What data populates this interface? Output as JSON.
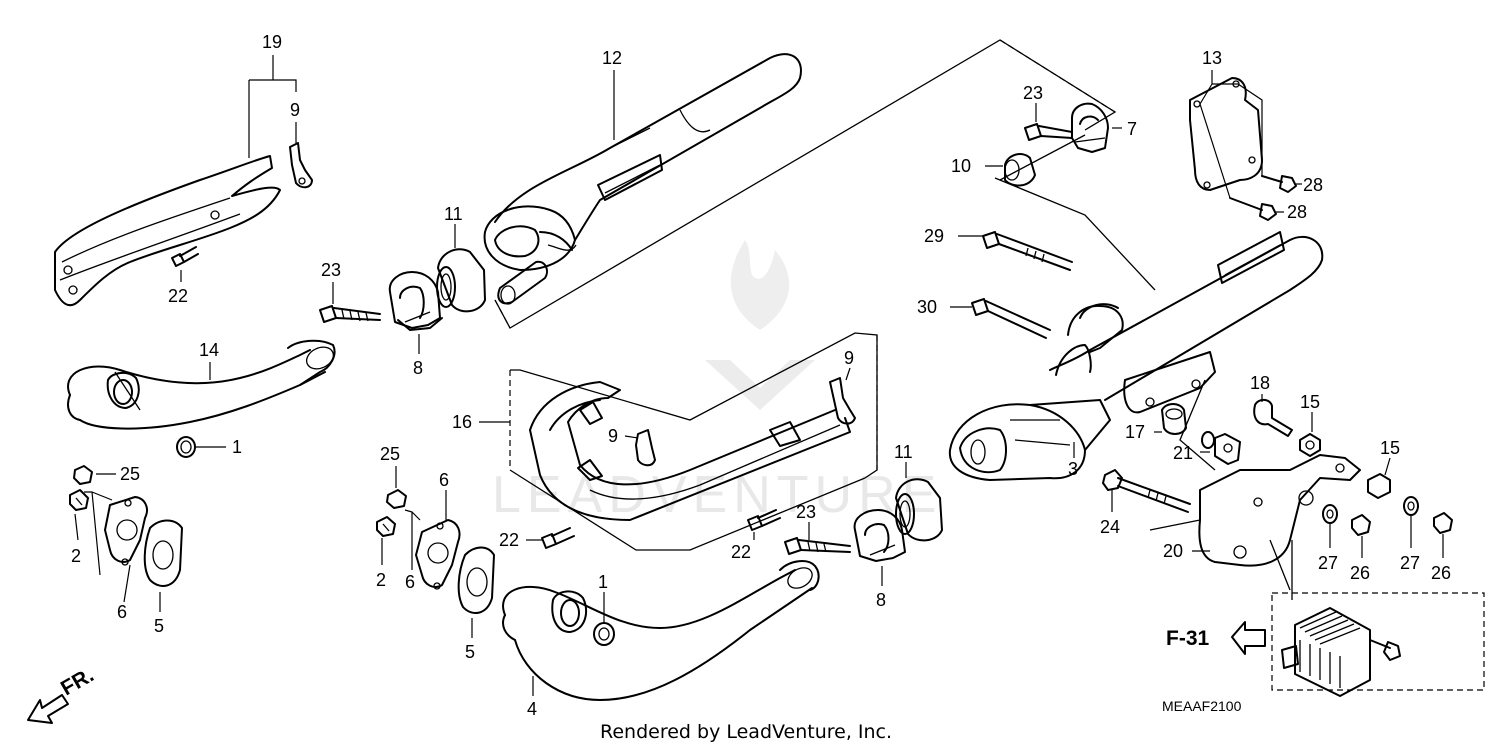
{
  "watermark": "LEADVENTURE",
  "diagram_code": "MEAAF2100",
  "footer": "Rendered by LeadVenture, Inc.",
  "front_label": "FR.",
  "section_ref": "F-31",
  "callouts": {
    "c19": "19",
    "c9a": "9",
    "c22a": "22",
    "c12": "12",
    "c11a": "11",
    "c23a": "23",
    "c8a": "8",
    "c14": "14",
    "c1a": "1",
    "c25a": "25",
    "c2a": "2",
    "c6a": "6",
    "c5a": "5",
    "c16": "16",
    "c9b": "9",
    "c9c": "9",
    "c22b": "22",
    "c25b": "25",
    "c6b": "6",
    "c2b": "2",
    "c6c": "6",
    "c5b": "5",
    "c1b": "1",
    "c4": "4",
    "c22c": "22",
    "c23b": "23",
    "c8b": "8",
    "c11b": "11",
    "c23c": "23",
    "c7": "7",
    "c10": "10",
    "c13": "13",
    "c28a": "28",
    "c28b": "28",
    "c29": "29",
    "c30": "30",
    "c3": "3",
    "c18": "18",
    "c15a": "15",
    "c17": "17",
    "c21": "21",
    "c15b": "15",
    "c24": "24",
    "c20": "20",
    "c27a": "27",
    "c26a": "26",
    "c27b": "27",
    "c26b": "26"
  }
}
